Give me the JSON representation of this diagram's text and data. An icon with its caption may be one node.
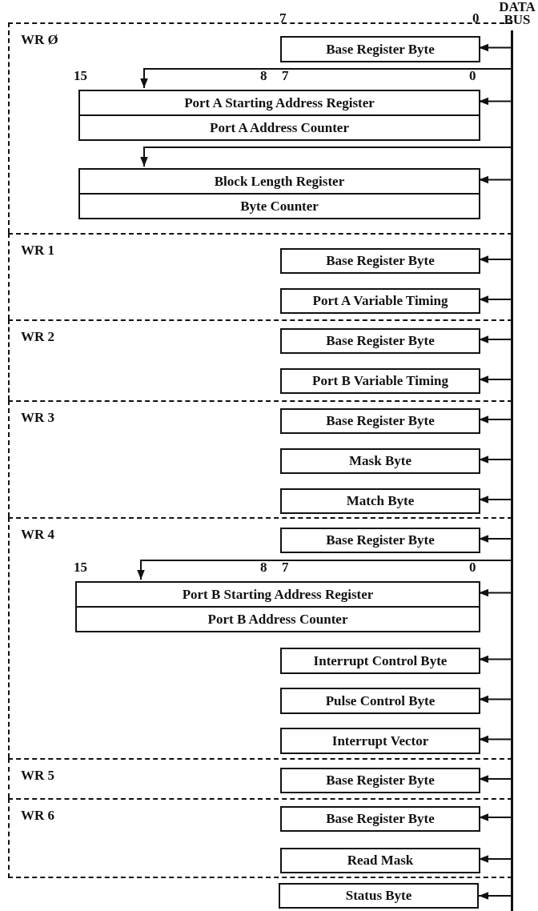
{
  "diagram": {
    "nodes": [
      {
        "text": [
          "WR Ø"
        ]
      },
      {
        "text": [
          "Base Register Byte"
        ],
        "in": 0
      },
      {
        "text": [
          "Port A Starting Address Register"
        ],
        "in": 0
      },
      {
        "text": [
          "Port A Address Counter"
        ],
        "in": 0
      },
      {
        "text": [
          "Block Length Register"
        ],
        "in": 0
      },
      {
        "text": [
          "Byte Counter"
        ],
        "in": 0
      },
      {
        "text": [
          "WR 1"
        ]
      },
      {
        "text": [
          "Base Register Byte"
        ],
        "in": 6
      },
      {
        "text": [
          "Port A Variable Timing"
        ],
        "in": 6
      },
      {
        "text": [
          "WR 2"
        ]
      },
      {
        "text": [
          "Base Register Byte"
        ],
        "in": 9
      },
      {
        "text": [
          "Port B Variable Timing"
        ],
        "in": 9
      },
      {
        "text": [
          "WR 3"
        ]
      },
      {
        "text": [
          "Base Register Byte"
        ],
        "in": 12
      },
      {
        "text": [
          "Mask Byte"
        ],
        "in": 12
      },
      {
        "text": [
          "Match Byte"
        ],
        "in": 12
      },
      {
        "text": [
          "WR 4"
        ]
      },
      {
        "text": [
          "Base Register Byte"
        ],
        "in": 16
      },
      {
        "text": [
          "Port B Starting Address Register"
        ],
        "in": 16
      },
      {
        "text": [
          "Port B Address Counter"
        ],
        "in": 16
      },
      {
        "text": [
          "Interrupt Control Byte"
        ],
        "in": 16
      },
      {
        "text": [
          "Pulse Control Byte"
        ],
        "in": 16
      },
      {
        "text": [
          "Interrupt Vector"
        ],
        "in": 16
      },
      {
        "text": [
          "WR 5"
        ]
      },
      {
        "text": [
          "Base Register Byte"
        ],
        "in": 23
      },
      {
        "text": [
          "WR 6"
        ]
      },
      {
        "text": [
          "Base Register Byte"
        ],
        "in": 25
      },
      {
        "text": [
          "Read Mask"
        ],
        "in": 25
      },
      {
        "text": [
          "Status Byte"
        ]
      },
      {
        "text": [],
        "shape": "bar",
        "beside": [
          "DATA BUS"
        ]
      }
    ],
    "edges": [
      {
        "from": 29,
        "to": 1,
        "arrow": "to"
      },
      {
        "from": 29,
        "to": 2,
        "arrow": "to"
      },
      {
        "from": 29,
        "to": 2,
        "arrow": "to"
      },
      {
        "from": 29,
        "to": 4,
        "arrow": "to"
      },
      {
        "from": 29,
        "to": 4,
        "arrow": "to"
      },
      {
        "from": 29,
        "to": 7,
        "arrow": "to"
      },
      {
        "from": 29,
        "to": 8,
        "arrow": "to"
      },
      {
        "from": 29,
        "to": 10,
        "arrow": "to"
      },
      {
        "from": 29,
        "to": 11,
        "arrow": "to"
      },
      {
        "from": 29,
        "to": 13,
        "arrow": "to"
      },
      {
        "from": 29,
        "to": 14,
        "arrow": "to"
      },
      {
        "from": 29,
        "to": 15,
        "arrow": "to"
      },
      {
        "from": 29,
        "to": 17,
        "arrow": "to"
      },
      {
        "from": 29,
        "to": 18,
        "arrow": "to"
      },
      {
        "from": 29,
        "to": 18,
        "arrow": "to"
      },
      {
        "from": 29,
        "to": 20,
        "arrow": "to"
      },
      {
        "from": 29,
        "to": 21,
        "arrow": "to"
      },
      {
        "from": 29,
        "to": 22,
        "arrow": "to"
      },
      {
        "from": 29,
        "to": 24,
        "arrow": "to"
      },
      {
        "from": 29,
        "to": 26,
        "arrow": "to"
      },
      {
        "from": 29,
        "to": 27,
        "arrow": "to"
      },
      {
        "from": 29,
        "to": 28,
        "arrow": "to"
      }
    ],
    "labels": [
      "7",
      "0",
      "15",
      "8",
      "7",
      "0",
      "15",
      "8",
      "7",
      "0"
    ]
  }
}
